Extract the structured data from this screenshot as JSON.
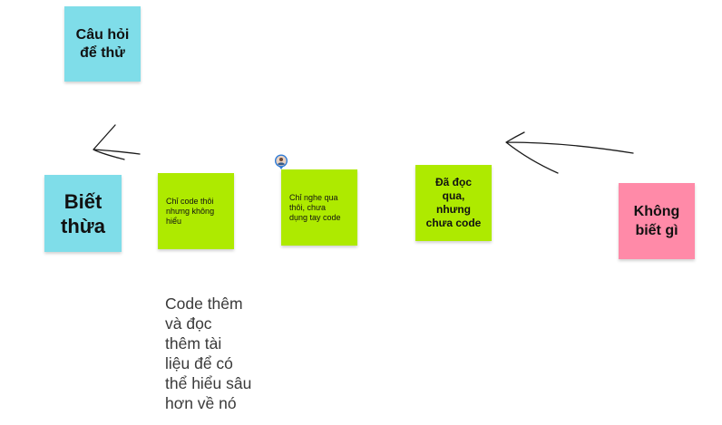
{
  "sticky_notes": {
    "cau_hoi": {
      "lines": [
        "Câu hỏi",
        "để thử"
      ],
      "color": "#7fdde9"
    },
    "biet_thua": {
      "lines": [
        "Biết",
        "thừa"
      ],
      "color": "#7fdde9"
    },
    "chi_code": {
      "lines": [
        "Chỉ code thôi",
        "nhưng không",
        "hiểu"
      ],
      "color": "#aeea00"
    },
    "chi_nghe": {
      "lines": [
        "Chỉ nghe qua",
        "thôi, chưa",
        "dụng tay code"
      ],
      "color": "#aeea00"
    },
    "da_doc": {
      "lines": [
        "Đã đọc",
        "qua,",
        "nhưng",
        "chưa code"
      ],
      "color": "#aeea00"
    },
    "khong_biet": {
      "lines": [
        "Không",
        "biết gì"
      ],
      "color": "#ff8aa8"
    }
  },
  "free_text": {
    "lines": [
      "Code thêm",
      "và đọc",
      "thêm tài",
      "liệu để có",
      "thể hiểu sâu",
      "hơn về nó"
    ]
  },
  "drawings": {
    "left_arrow": "hand-drawn-arrow-left",
    "right_arrow": "hand-drawn-arrow-left"
  },
  "collaborator": {
    "icon": "user-avatar-pin-icon"
  }
}
